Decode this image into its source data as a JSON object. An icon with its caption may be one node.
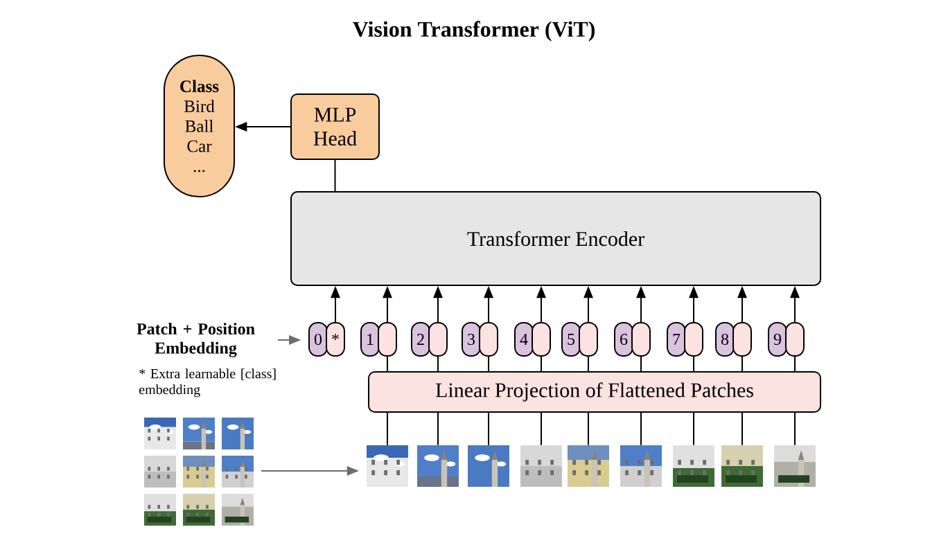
{
  "diagram": {
    "title": "Vision Transformer (ViT)",
    "nodes": [
      {
        "text": [
          "Class",
          "Bird",
          "Ball",
          "Car",
          "..."
        ]
      },
      {
        "text": [
          "MLP Head"
        ]
      },
      {
        "text": [
          "Transformer Encoder"
        ]
      },
      {
        "text": [
          "Patch + Position Embedding"
        ]
      },
      {
        "text": [
          "0"
        ]
      },
      {
        "text": [
          "*"
        ]
      },
      {
        "text": [
          "1"
        ]
      },
      {
        "text": [],
        "shape": "box"
      },
      {
        "text": [
          "2"
        ]
      },
      {
        "text": [],
        "shape": "box"
      },
      {
        "text": [
          "3"
        ]
      },
      {
        "text": [],
        "shape": "box"
      },
      {
        "text": [
          "4"
        ]
      },
      {
        "text": [],
        "shape": "box"
      },
      {
        "text": [
          "5"
        ]
      },
      {
        "text": [],
        "shape": "box"
      },
      {
        "text": [
          "6"
        ]
      },
      {
        "text": [],
        "shape": "box"
      },
      {
        "text": [
          "7"
        ]
      },
      {
        "text": [],
        "shape": "box"
      },
      {
        "text": [
          "8"
        ]
      },
      {
        "text": [],
        "shape": "box"
      },
      {
        "text": [
          "9"
        ]
      },
      {
        "text": [],
        "shape": "box"
      },
      {
        "text": [
          "Linear Projection of Flattened Patches"
        ]
      },
      {
        "text": [],
        "shape": "picture"
      },
      {
        "text": [],
        "shape": "picture"
      },
      {
        "text": [],
        "shape": "picture"
      },
      {
        "text": [],
        "shape": "picture"
      },
      {
        "text": [],
        "shape": "picture"
      },
      {
        "text": [],
        "shape": "picture"
      },
      {
        "text": [],
        "shape": "picture"
      },
      {
        "text": [],
        "shape": "picture"
      },
      {
        "text": [],
        "shape": "picture"
      },
      {
        "text": [],
        "shape": "picture"
      }
    ],
    "edges": [
      {
        "from": 1,
        "to": 0,
        "arrow": "to"
      },
      {
        "from": 2,
        "to": 1,
        "arrow": "none"
      },
      {
        "from": 3,
        "to": 4,
        "arrow": "to",
        "color": "#6d6d6d"
      },
      {
        "from": 5,
        "to": 2,
        "arrow": "to"
      },
      {
        "from": 7,
        "to": 2,
        "arrow": "to"
      },
      {
        "from": 9,
        "to": 2,
        "arrow": "to"
      },
      {
        "from": 11,
        "to": 2,
        "arrow": "to"
      },
      {
        "from": 13,
        "to": 2,
        "arrow": "to"
      },
      {
        "from": 15,
        "to": 2,
        "arrow": "to"
      },
      {
        "from": 17,
        "to": 2,
        "arrow": "to"
      },
      {
        "from": 19,
        "to": 2,
        "arrow": "to"
      },
      {
        "from": 21,
        "to": 2,
        "arrow": "to"
      },
      {
        "from": 23,
        "to": 2,
        "arrow": "to"
      },
      {
        "from": 24,
        "to": 7,
        "arrow": "none"
      },
      {
        "from": 24,
        "to": 9,
        "arrow": "none"
      },
      {
        "from": 24,
        "to": 11,
        "arrow": "none"
      },
      {
        "from": 24,
        "to": 13,
        "arrow": "none"
      },
      {
        "from": 24,
        "to": 15,
        "arrow": "none"
      },
      {
        "from": 24,
        "to": 17,
        "arrow": "none"
      },
      {
        "from": 24,
        "to": 19,
        "arrow": "none"
      },
      {
        "from": 24,
        "to": 21,
        "arrow": "none"
      },
      {
        "from": 24,
        "to": 23,
        "arrow": "none"
      },
      {
        "from": 26,
        "to": 24,
        "arrow": "none"
      },
      {
        "from": 27,
        "to": 24,
        "arrow": "none"
      },
      {
        "from": 28,
        "to": 24,
        "arrow": "none"
      },
      {
        "from": 29,
        "to": 24,
        "arrow": "none"
      },
      {
        "from": 30,
        "to": 24,
        "arrow": "none"
      },
      {
        "from": 31,
        "to": 24,
        "arrow": "none"
      },
      {
        "from": 32,
        "to": 24,
        "arrow": "none"
      },
      {
        "from": 33,
        "to": 24,
        "arrow": "none"
      },
      {
        "from": 34,
        "to": 24,
        "arrow": "none"
      },
      {
        "from": 25,
        "to": 26,
        "arrow": "to",
        "color": "#6d6d6d"
      }
    ],
    "labels": [
      "* Extra learnable [class] embedding"
    ]
  }
}
